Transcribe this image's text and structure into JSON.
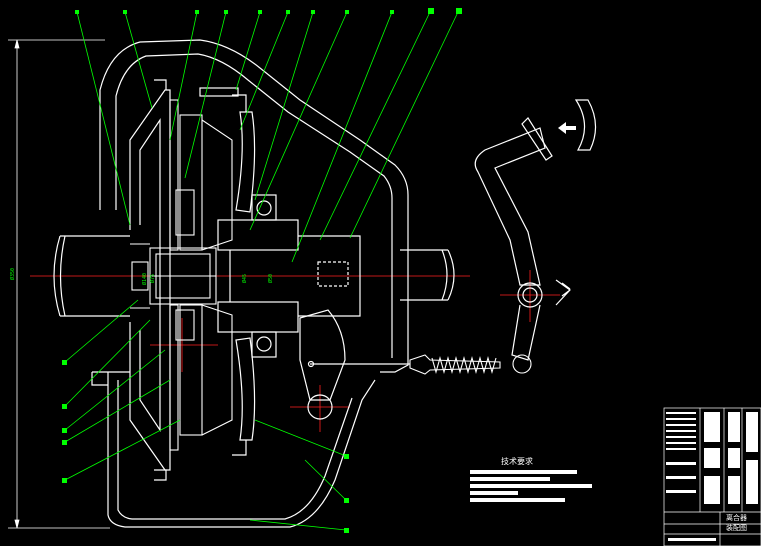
{
  "drawing": {
    "tech_requirements_title": "技术要求",
    "dim_overall": "Ø350",
    "dim_a": "Ø140",
    "dim_b": "Ø75",
    "dim_c": "Ø45",
    "dim_d": "Ø50",
    "title_block": {
      "line1": "离合器",
      "line2": "装配图"
    },
    "colors": {
      "outline": "#ffffff",
      "leader": "#00ff00",
      "centerline": "#ff2020",
      "background": "#000000"
    },
    "icons": {
      "arrow": "arrow-left-icon"
    }
  }
}
